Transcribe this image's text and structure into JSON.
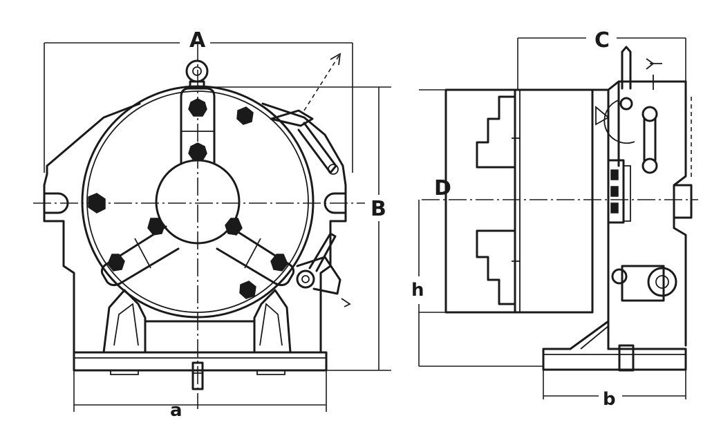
{
  "labels": {
    "A": "A",
    "B": "B",
    "C": "C",
    "D": "D",
    "h": "h",
    "a": "a",
    "b": "b"
  }
}
